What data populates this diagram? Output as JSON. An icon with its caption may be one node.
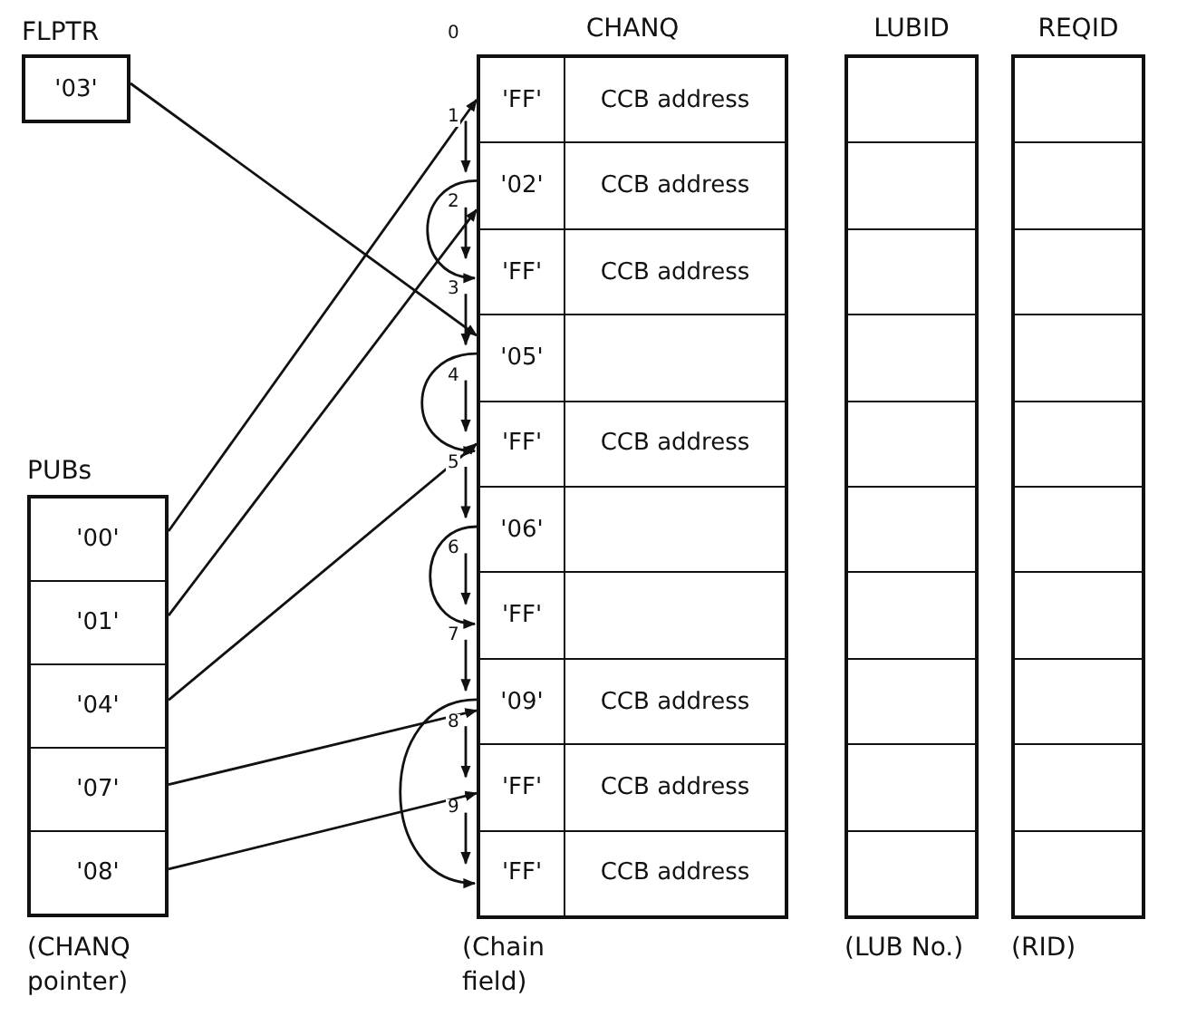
{
  "diagram": {
    "nodes": [
      {
        "text": [
          "FLPTR"
        ]
      },
      {
        "text": [
          "'03'"
        ],
        "in": 0
      },
      {
        "text": [
          "PUBs"
        ],
        "beside": [
          "(CHANQ pointer)"
        ]
      },
      {
        "text": [
          "'00'"
        ],
        "in": 2
      },
      {
        "text": [
          "'01'"
        ],
        "in": 2
      },
      {
        "text": [
          "'04'"
        ],
        "in": 2
      },
      {
        "text": [
          "'07'"
        ],
        "in": 2
      },
      {
        "text": [
          "'08'"
        ],
        "in": 2
      },
      {
        "text": [
          "CHANQ"
        ],
        "beside": [
          "(Chain field)"
        ]
      },
      {
        "text": [
          "'FF'",
          "CCB address"
        ],
        "in": 8
      },
      {
        "text": [
          "'02'",
          "CCB address"
        ],
        "in": 8
      },
      {
        "text": [
          "'FF'",
          "CCB address"
        ],
        "in": 8
      },
      {
        "text": [
          "'05'"
        ],
        "in": 8
      },
      {
        "text": [
          "'FF'",
          "CCB address"
        ],
        "in": 8
      },
      {
        "text": [
          "'06'"
        ],
        "in": 8
      },
      {
        "text": [
          "'FF'"
        ],
        "in": 8
      },
      {
        "text": [
          "'09'",
          "CCB address"
        ],
        "in": 8
      },
      {
        "text": [
          "'FF'",
          "CCB address"
        ],
        "in": 8
      },
      {
        "text": [
          "'FF'",
          "CCB address"
        ],
        "in": 8
      },
      {
        "text": [
          "LUBID"
        ],
        "beside": [
          "(LUB No.)"
        ]
      },
      {
        "text": [
          "REQID"
        ],
        "beside": [
          "(RID)"
        ]
      }
    ],
    "edges": [
      {
        "from": 1,
        "to": 12,
        "arrow": "to"
      },
      {
        "from": 3,
        "to": 9,
        "arrow": "to"
      },
      {
        "from": 4,
        "to": 10,
        "arrow": "to"
      },
      {
        "from": 5,
        "to": 13,
        "arrow": "to"
      },
      {
        "from": 6,
        "to": 16,
        "arrow": "to"
      },
      {
        "from": 7,
        "to": 17,
        "arrow": "to"
      },
      {
        "from": 9,
        "to": 10,
        "arrow": "to",
        "label": "1"
      },
      {
        "from": 10,
        "to": 11,
        "arrow": "to",
        "label": "2"
      },
      {
        "from": 11,
        "to": 12,
        "arrow": "to",
        "label": "3"
      },
      {
        "from": 12,
        "to": 13,
        "arrow": "to",
        "label": "4"
      },
      {
        "from": 13,
        "to": 14,
        "arrow": "to",
        "label": "5"
      },
      {
        "from": 14,
        "to": 15,
        "arrow": "to",
        "label": "6"
      },
      {
        "from": 15,
        "to": 16,
        "arrow": "to",
        "label": "7"
      },
      {
        "from": 16,
        "to": 17,
        "arrow": "to",
        "label": "8"
      },
      {
        "from": 17,
        "to": 18,
        "arrow": "to",
        "label": "9"
      },
      {
        "from": 10,
        "to": 11,
        "arrow": "to"
      },
      {
        "from": 12,
        "to": 13,
        "arrow": "to"
      },
      {
        "from": 14,
        "to": 15,
        "arrow": "to"
      },
      {
        "from": 16,
        "to": 18,
        "arrow": "to"
      }
    ],
    "labels": [
      "0"
    ]
  }
}
